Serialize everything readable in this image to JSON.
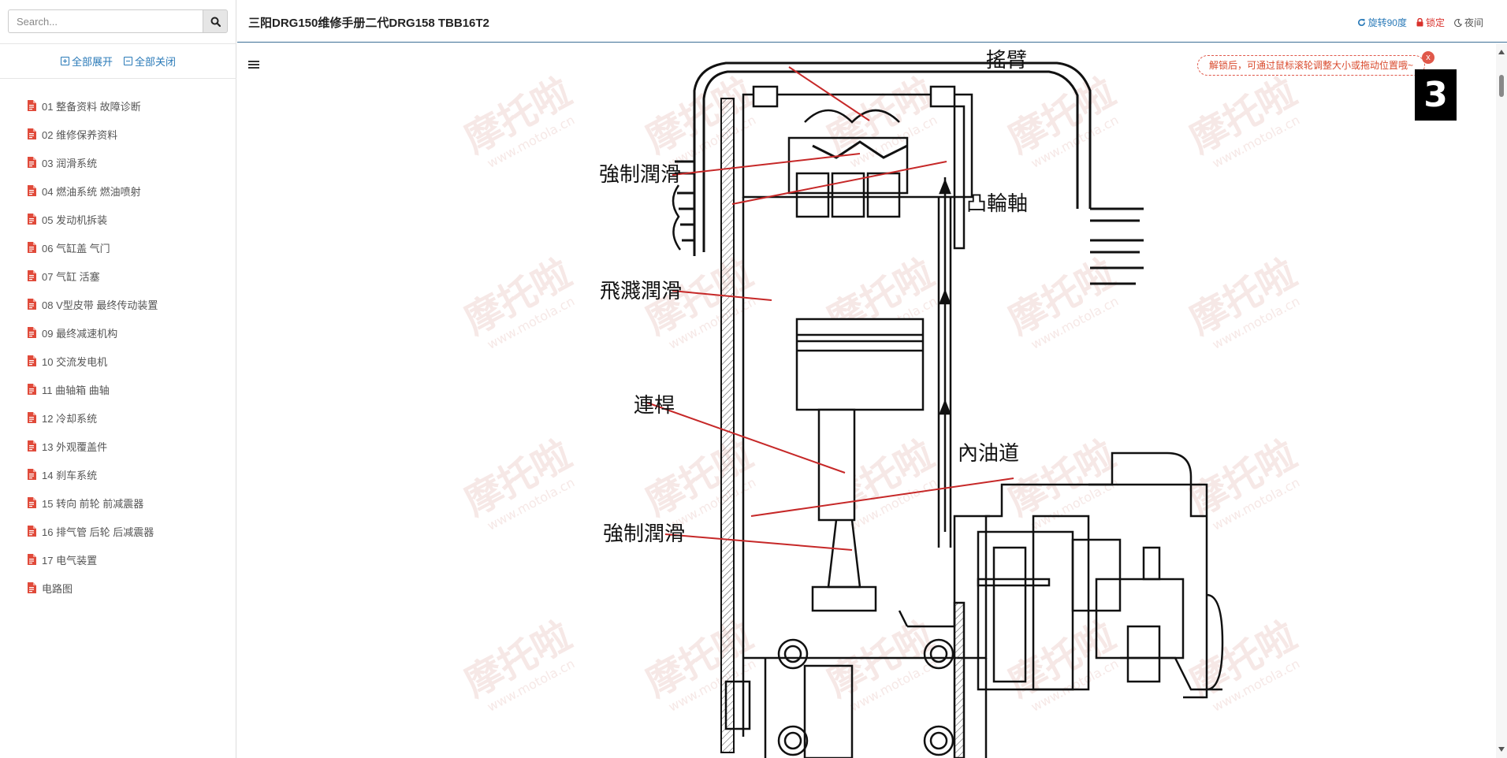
{
  "search": {
    "placeholder": "Search..."
  },
  "sidebar": {
    "expand_all": "全部展开",
    "collapse_all": "全部关闭",
    "items": [
      {
        "label": "01 整备资料 故障诊断"
      },
      {
        "label": "02 维修保养资料"
      },
      {
        "label": "03 润滑系统"
      },
      {
        "label": "04 燃油系统 燃油喷射"
      },
      {
        "label": "05 发动机拆装"
      },
      {
        "label": "06 气缸盖 气门"
      },
      {
        "label": "07 气缸 活塞"
      },
      {
        "label": "08 V型皮带 最终传动装置"
      },
      {
        "label": "09 最终减速机构"
      },
      {
        "label": "10 交流发电机"
      },
      {
        "label": "11 曲轴箱 曲轴"
      },
      {
        "label": "12 冷却系统"
      },
      {
        "label": "13 外观覆盖件"
      },
      {
        "label": "14 刹车系统"
      },
      {
        "label": "15 转向 前轮 前减震器"
      },
      {
        "label": "16 排气管 后轮 后减震器"
      },
      {
        "label": "17 电气装置"
      },
      {
        "label": "电路图"
      }
    ]
  },
  "header": {
    "title": "三阳DRG150维修手册二代DRG158 TBB16T2",
    "rotate_label": "旋转90度",
    "lock_label": "锁定",
    "night_label": "夜间"
  },
  "viewer": {
    "tooltip": "解锁后，可通过鼠标滚轮调整大小或拖动位置哦~",
    "close_glyph": "x",
    "page_badge": "3"
  },
  "diagram": {
    "labels": {
      "rocker_arm": "搖臂",
      "forced_lube_top": "強制潤滑",
      "camshaft": "凸輪軸",
      "splash_lube": "飛濺潤滑",
      "connecting_rod": "連桿",
      "inner_oil_passage": "內油道",
      "forced_lube_bottom": "強制潤滑"
    },
    "watermark_text": "摩托啦",
    "watermark_url": "www.motola.cn"
  },
  "colors": {
    "accent": "#2a7ab8",
    "lock": "#d9302b",
    "leader_line": "#c62828",
    "header_border": "#3d6f96"
  },
  "icons": [
    "search-icon",
    "plus-square-icon",
    "minus-square-icon",
    "document-icon",
    "rotate-icon",
    "lock-icon",
    "moon-icon",
    "menu-icon"
  ]
}
